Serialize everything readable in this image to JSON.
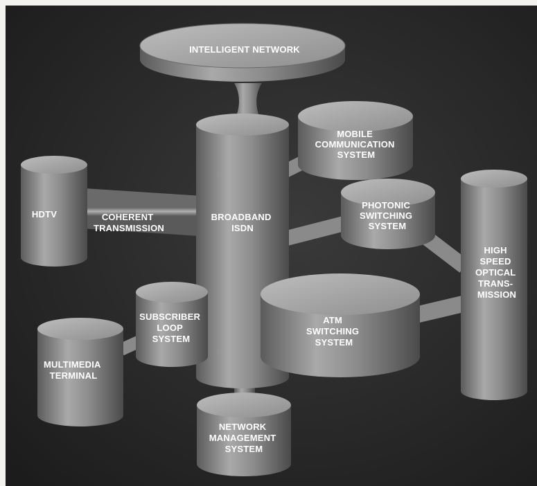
{
  "diagram": {
    "nodes": {
      "intelligent_network": [
        "INTELLIGENT NETWORK"
      ],
      "mobile": [
        "MOBILE",
        "COMMUNICATION",
        "SYSTEM"
      ],
      "hdtv": [
        "HDTV"
      ],
      "coherent": [
        "COHERENT",
        "TRANSMISSION"
      ],
      "broadband": [
        "BROADBAND",
        "ISDN"
      ],
      "photonic": [
        "PHOTONIC",
        "SWITCHING",
        "SYSTEM"
      ],
      "high_speed": [
        "HIGH",
        "SPEED",
        "OPTICAL",
        "TRANS-",
        "MISSION"
      ],
      "subscriber": [
        "SUBSCRIBER",
        "LOOP",
        "SYSTEM"
      ],
      "atm": [
        "ATM",
        "SWITCHING",
        "SYSTEM"
      ],
      "multimedia": [
        "MULTIMEDIA",
        "TERMINAL"
      ],
      "network_mgmt": [
        "NETWORK",
        "MANAGEMENT",
        "SYSTEM"
      ]
    }
  }
}
